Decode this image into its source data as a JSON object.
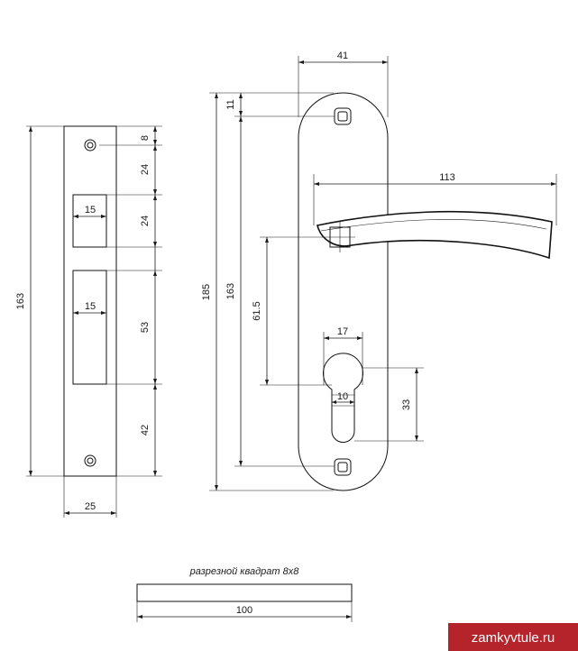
{
  "strike_plate": {
    "height": "163",
    "width": "25",
    "top_gap": "8",
    "upper_gap": "24",
    "upper_slot_height": "24",
    "upper_slot_width": "15",
    "lower_slot_height": "53",
    "lower_slot_width": "15",
    "bottom_gap": "42"
  },
  "handle_plate": {
    "plate_width": "41",
    "handle_length": "113",
    "total_height": "185",
    "mount_spacing": "163",
    "top_hole_offset": "11",
    "spindle_to_cylinder": "61.5",
    "cylinder_width": "17",
    "cylinder_neck": "10",
    "cylinder_height": "33"
  },
  "spindle": {
    "caption": "разрезной квадрат 8х8",
    "length": "100"
  },
  "watermark": "zamkyvtule.ru"
}
